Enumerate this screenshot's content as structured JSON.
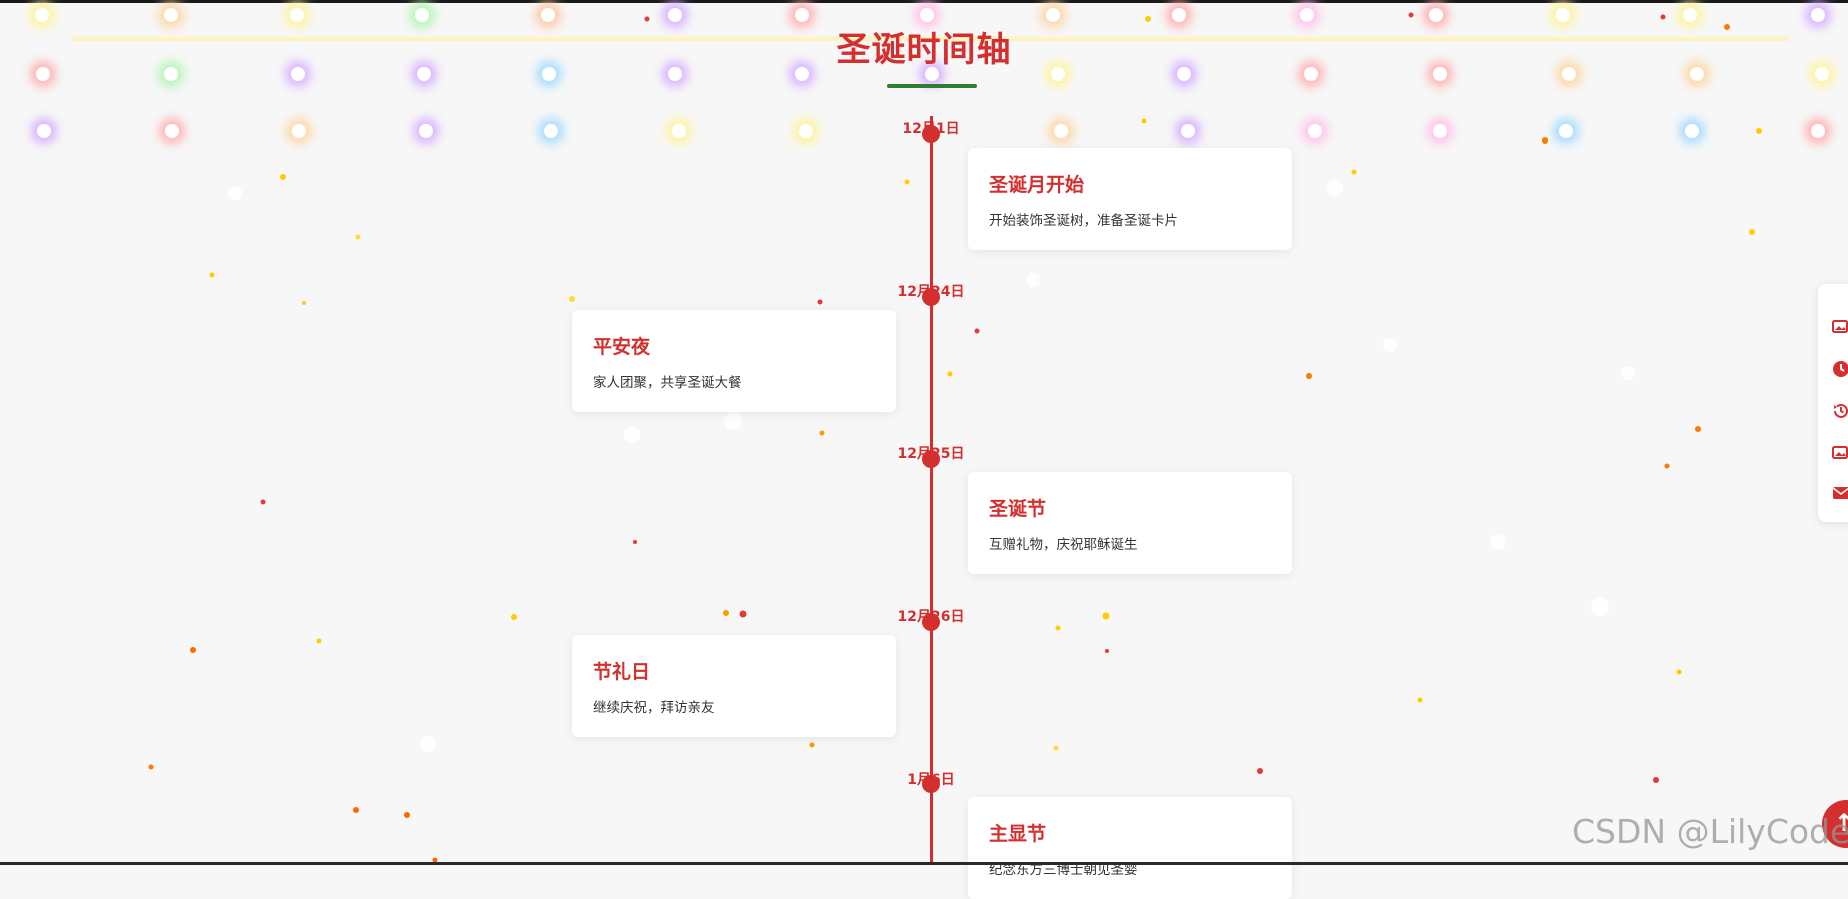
{
  "page": {
    "title": "圣诞时间轴"
  },
  "colors": {
    "accent": "#d32f2f",
    "underline": "#2e7d32"
  },
  "timeline": [
    {
      "date": "12月1日",
      "title": "圣诞月开始",
      "desc": "开始装饰圣诞树，准备圣诞卡片"
    },
    {
      "date": "12月24日",
      "title": "平安夜",
      "desc": "家人团聚，共享圣诞大餐"
    },
    {
      "date": "12月25日",
      "title": "圣诞节",
      "desc": "互赠礼物，庆祝耶稣诞生"
    },
    {
      "date": "12月26日",
      "title": "节礼日",
      "desc": "继续庆祝，拜访亲友"
    },
    {
      "date": "1月6日",
      "title": "主显节",
      "desc": "纪念东方三博士朝见圣婴"
    }
  ],
  "side_panel": {
    "icons": [
      "gallery-icon",
      "clock-icon",
      "history-icon",
      "photos-icon",
      "mail-icon"
    ]
  },
  "watermark": "CSDN @LilyCoder",
  "back_to_top": {
    "icon": "arrow-up-icon"
  }
}
